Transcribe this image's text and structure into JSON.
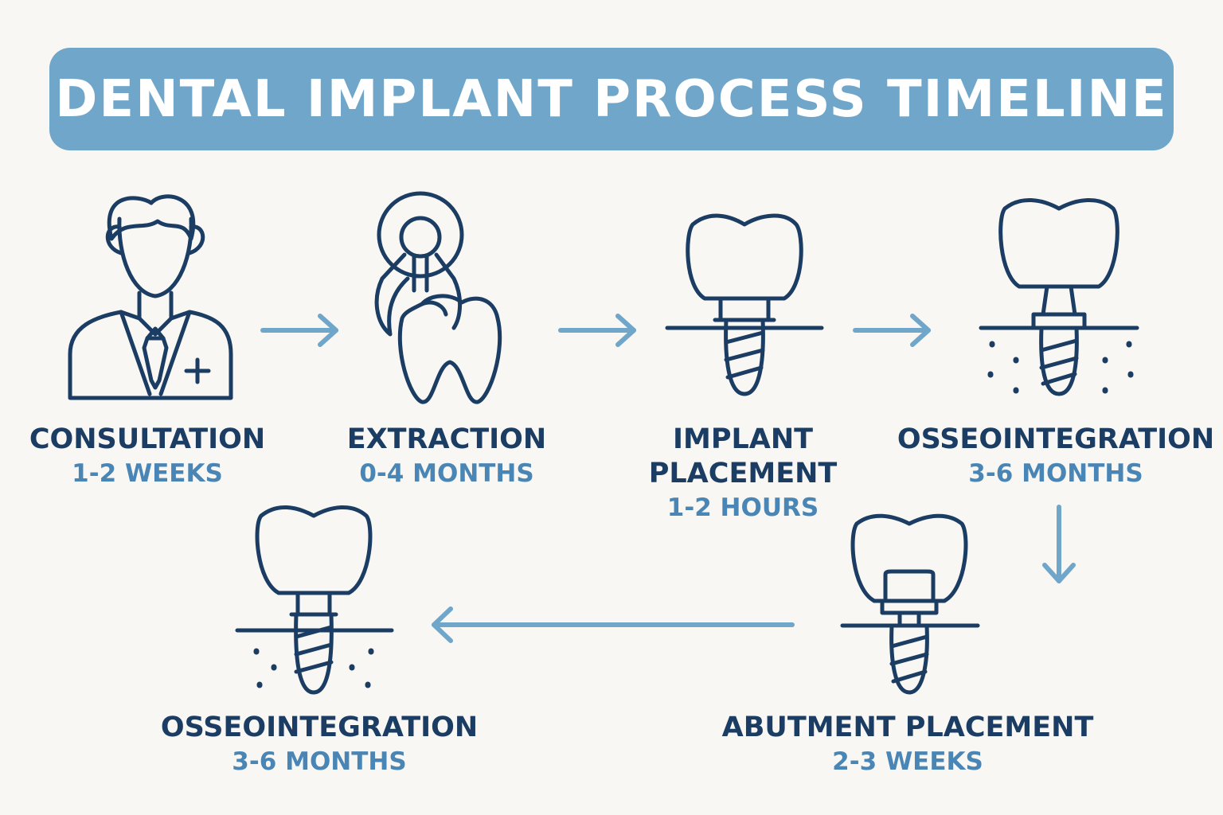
{
  "title": "DENTAL IMPLANT PROCESS TIMELINE",
  "colors": {
    "banner": "#6fa6c9",
    "icon_stroke": "#1c3d63",
    "arrow": "#6fa6c9",
    "step_name": "#1c3d63",
    "duration": "#4a86b5",
    "background": "#f8f7f3"
  },
  "steps": [
    {
      "name": "CONSULTATION",
      "duration": "1-2 WEEKS",
      "icon": "dentist-icon"
    },
    {
      "name": "EXTRACTION",
      "duration": "0-4 MONTHS",
      "icon": "tooth-extraction-icon"
    },
    {
      "name_line1": "IMPLANT",
      "name_line2": "PLACEMENT",
      "duration": "1-2 HOURS",
      "icon": "implant-placement-icon"
    },
    {
      "name": "OSSEOINTEGRATION",
      "duration": "3-6 MONTHS",
      "icon": "osseointegration-icon"
    },
    {
      "name": "ABUTMENT PLACEMENT",
      "duration": "2-3 WEEKS",
      "icon": "abutment-icon"
    },
    {
      "name": "OSSEOINTEGRATION",
      "duration": "3-6 MONTHS",
      "icon": "osseointegration-icon"
    }
  ]
}
